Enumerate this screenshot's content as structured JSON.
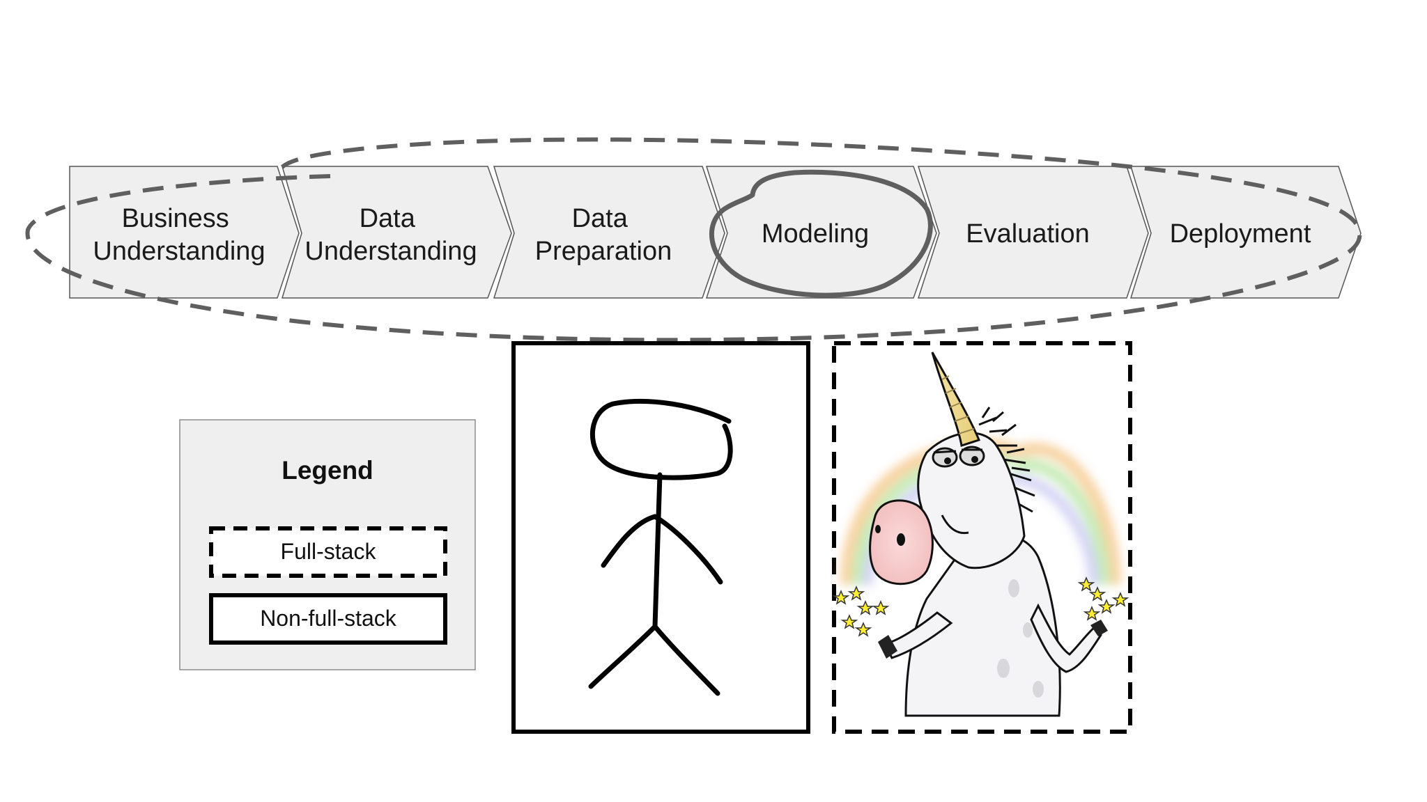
{
  "process": {
    "steps": [
      {
        "lines": [
          "Business",
          "Understanding"
        ]
      },
      {
        "lines": [
          "Data",
          "Understanding"
        ]
      },
      {
        "lines": [
          "Data",
          "Preparation"
        ]
      },
      {
        "lines": [
          "Modeling"
        ]
      },
      {
        "lines": [
          "Evaluation"
        ]
      },
      {
        "lines": [
          "Deployment"
        ]
      }
    ],
    "fill_color": "#efefef",
    "stroke_color": "#555555"
  },
  "annotations": {
    "dashed_ellipse_scope": "all steps",
    "solid_ellipse_scope": "Modeling",
    "annotation_color": "#5f5f5f"
  },
  "legend": {
    "title": "Legend",
    "items": [
      {
        "label": "Full-stack",
        "border": "dashed"
      },
      {
        "label": "Non-full-stack",
        "border": "solid"
      }
    ]
  },
  "figures": {
    "non_full_stack": "stick-figure-icon",
    "full_stack": "unicorn-icon"
  }
}
